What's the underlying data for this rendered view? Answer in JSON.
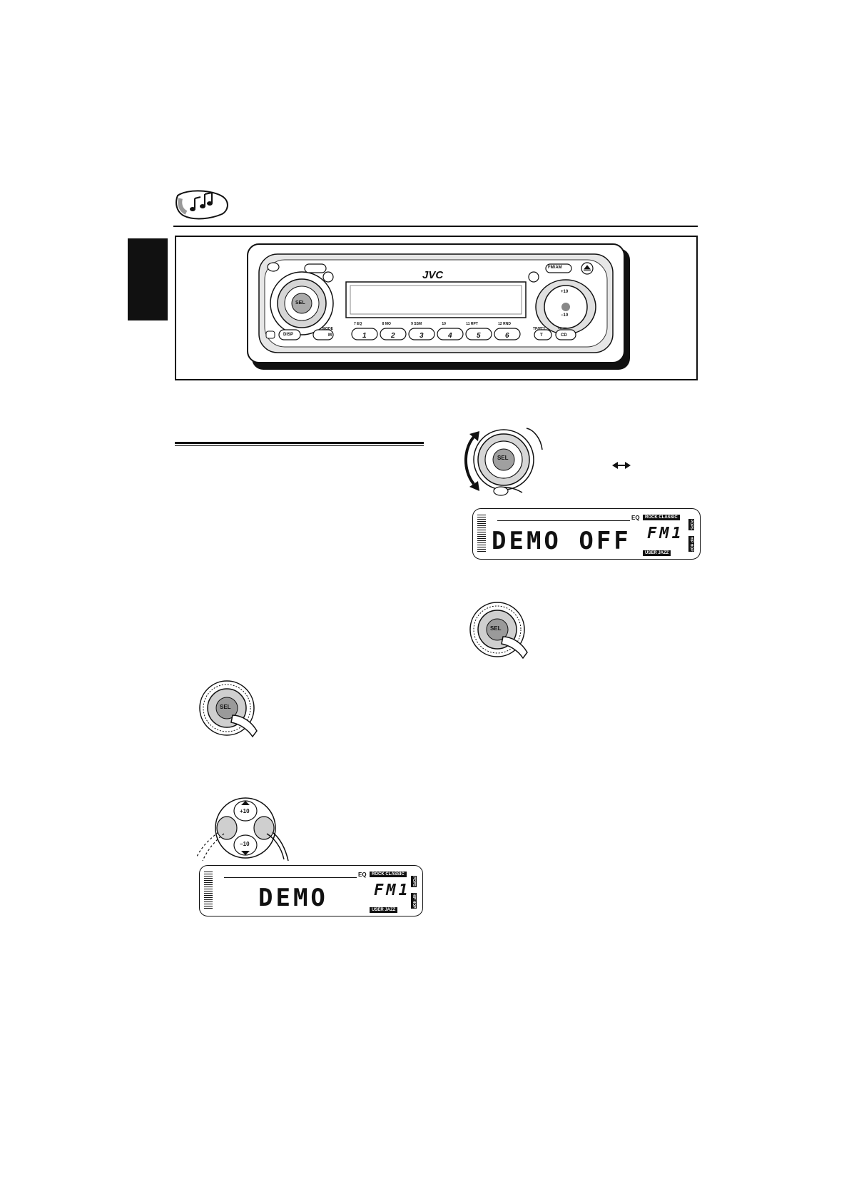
{
  "faceplate": {
    "brand": "JVC",
    "buttons": {
      "fm_am": "FM/AM",
      "disp": "DISP",
      "mode": "MODE",
      "m": "M",
      "sel": "SEL",
      "tp_pty": "TP/PTY",
      "t": "T",
      "cd": "CD",
      "cd_ch": "CD-CH",
      "plus10": "+10",
      "minus10": "−10",
      "presets": [
        "1",
        "2",
        "3",
        "4",
        "5",
        "6"
      ],
      "preset_functions": [
        "7 EQ",
        "8 MO",
        "9 SSM",
        "10",
        "11 RPT",
        "12 RND"
      ]
    }
  },
  "knobs": {
    "sel_label": "SEL",
    "plus10": "+10",
    "minus10": "−10"
  },
  "displays": {
    "demo_off": {
      "main": "DEMO OFF",
      "source": "FM1"
    },
    "demo": {
      "main": "DEMO",
      "source": "FM1"
    },
    "eq_label": "EQ",
    "modes_top": "ROCK CLASSIC",
    "modes_bottom": "USER JAZZ",
    "side_top": "POPS",
    "side_bottom": "HIP HOP"
  }
}
